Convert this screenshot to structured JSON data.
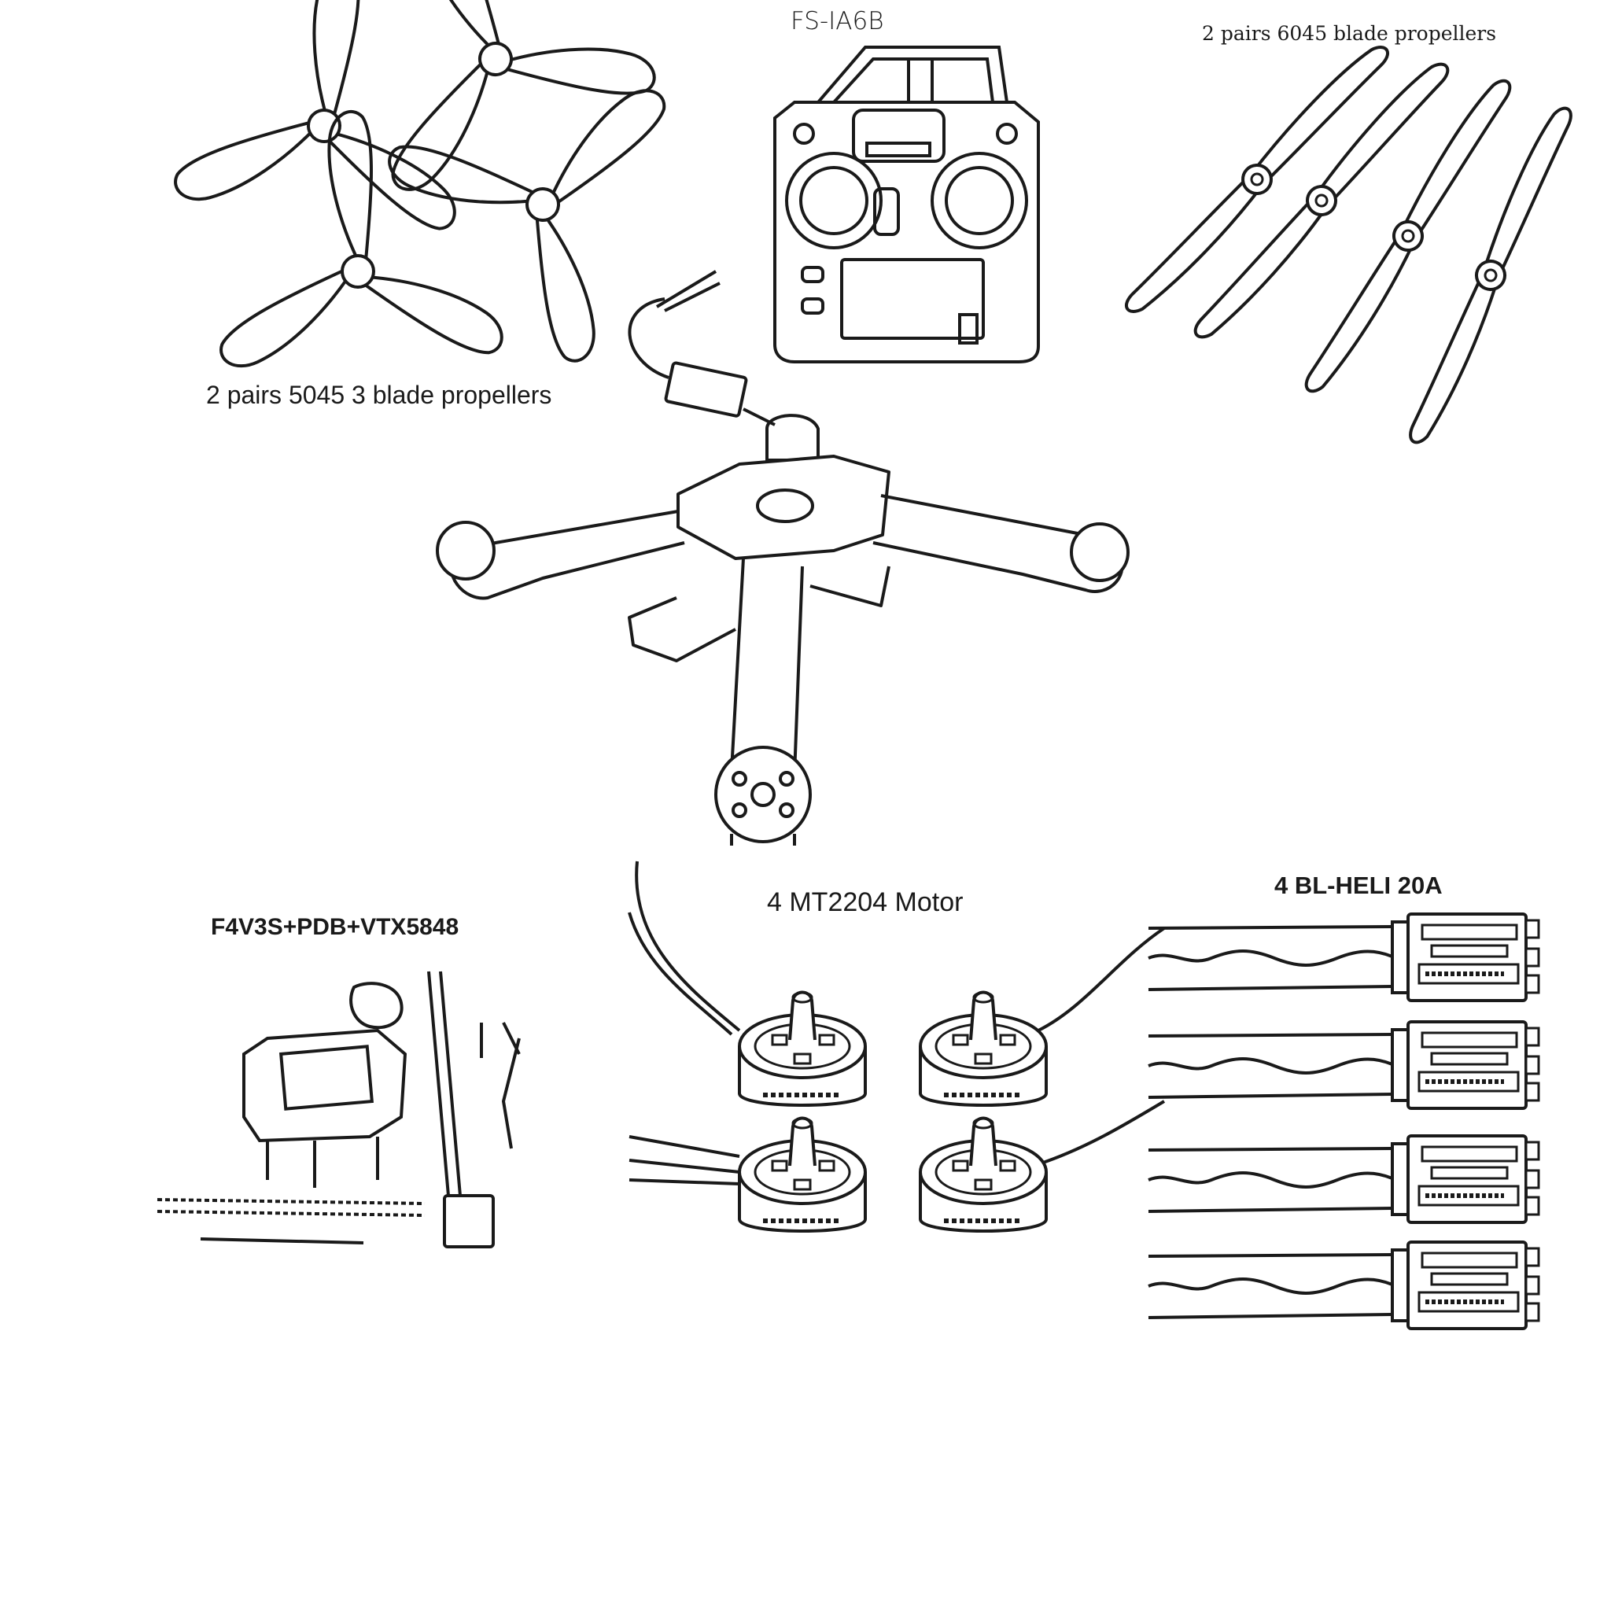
{
  "labels": {
    "transmitter": "FS-IA6B",
    "props_6045": "2 pairs 6045 blade propellers",
    "props_5045": "2 pairs 5045 3 blade propellers",
    "flight_controller": "F4V3S+PDB+VTX5848",
    "motors": "4 MT2204 Motor",
    "escs": "4 BL-HELI 20A"
  },
  "colors": {
    "line": "#1a1a1a",
    "background": "#ffffff"
  },
  "icons": [
    "propeller-icon",
    "transmitter-icon",
    "receiver-icon",
    "frame-icon",
    "flight-controller-icon",
    "motor-icon",
    "esc-icon"
  ]
}
